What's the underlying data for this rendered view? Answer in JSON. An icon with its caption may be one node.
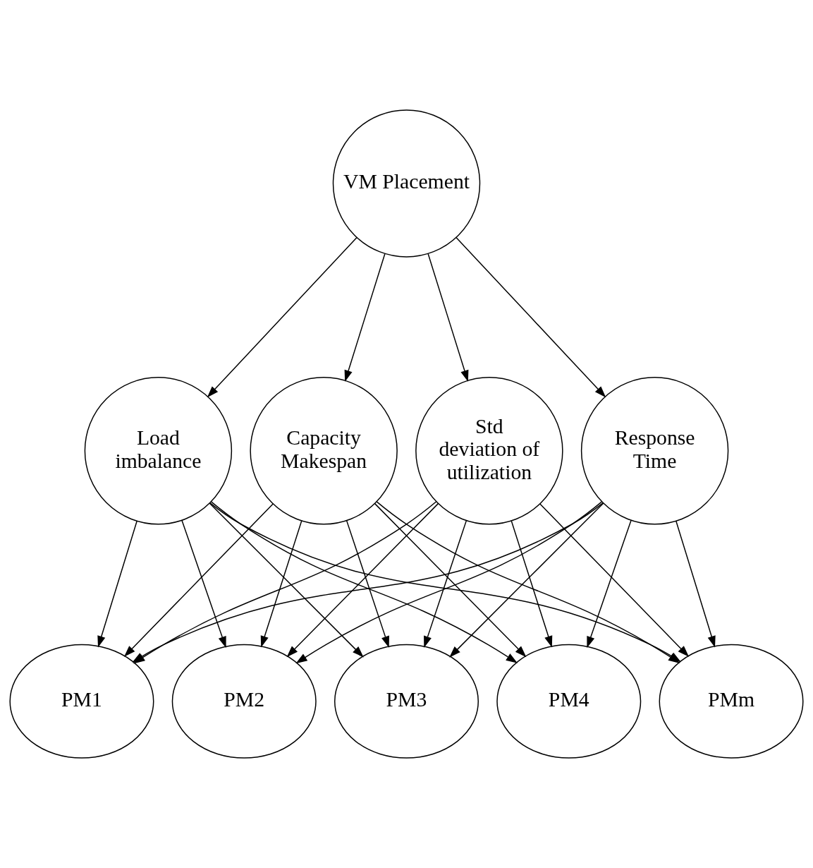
{
  "diagram": {
    "nodes": [
      {
        "text": [
          "VM Placement"
        ]
      },
      {
        "text": [
          "Load imbalance"
        ]
      },
      {
        "text": [
          "Capacity Makespan"
        ]
      },
      {
        "text": [
          "Std deviation of utilization"
        ]
      },
      {
        "text": [
          "Response Time"
        ]
      },
      {
        "text": [
          "PM1"
        ]
      },
      {
        "text": [
          "PM2"
        ]
      },
      {
        "text": [
          "PM3"
        ]
      },
      {
        "text": [
          "PM4"
        ]
      },
      {
        "text": [
          "PMm"
        ]
      }
    ],
    "edges": [
      {
        "from": 0,
        "to": 1,
        "arrow": "to"
      },
      {
        "from": 0,
        "to": 2,
        "arrow": "to"
      },
      {
        "from": 0,
        "to": 3,
        "arrow": "to"
      },
      {
        "from": 0,
        "to": 4,
        "arrow": "to"
      },
      {
        "from": 1,
        "to": 5,
        "arrow": "to"
      },
      {
        "from": 1,
        "to": 6,
        "arrow": "to"
      },
      {
        "from": 1,
        "to": 7,
        "arrow": "to"
      },
      {
        "from": 1,
        "to": 8,
        "arrow": "to"
      },
      {
        "from": 1,
        "to": 9,
        "arrow": "to"
      },
      {
        "from": 2,
        "to": 5,
        "arrow": "to"
      },
      {
        "from": 2,
        "to": 6,
        "arrow": "to"
      },
      {
        "from": 2,
        "to": 7,
        "arrow": "to"
      },
      {
        "from": 2,
        "to": 8,
        "arrow": "to"
      },
      {
        "from": 2,
        "to": 9,
        "arrow": "to"
      },
      {
        "from": 3,
        "to": 5,
        "arrow": "to"
      },
      {
        "from": 3,
        "to": 6,
        "arrow": "to"
      },
      {
        "from": 3,
        "to": 7,
        "arrow": "to"
      },
      {
        "from": 3,
        "to": 8,
        "arrow": "to"
      },
      {
        "from": 3,
        "to": 9,
        "arrow": "to"
      },
      {
        "from": 4,
        "to": 5,
        "arrow": "to"
      },
      {
        "from": 4,
        "to": 6,
        "arrow": "to"
      },
      {
        "from": 4,
        "to": 7,
        "arrow": "to"
      },
      {
        "from": 4,
        "to": 8,
        "arrow": "to"
      },
      {
        "from": 4,
        "to": 9,
        "arrow": "to"
      }
    ]
  }
}
